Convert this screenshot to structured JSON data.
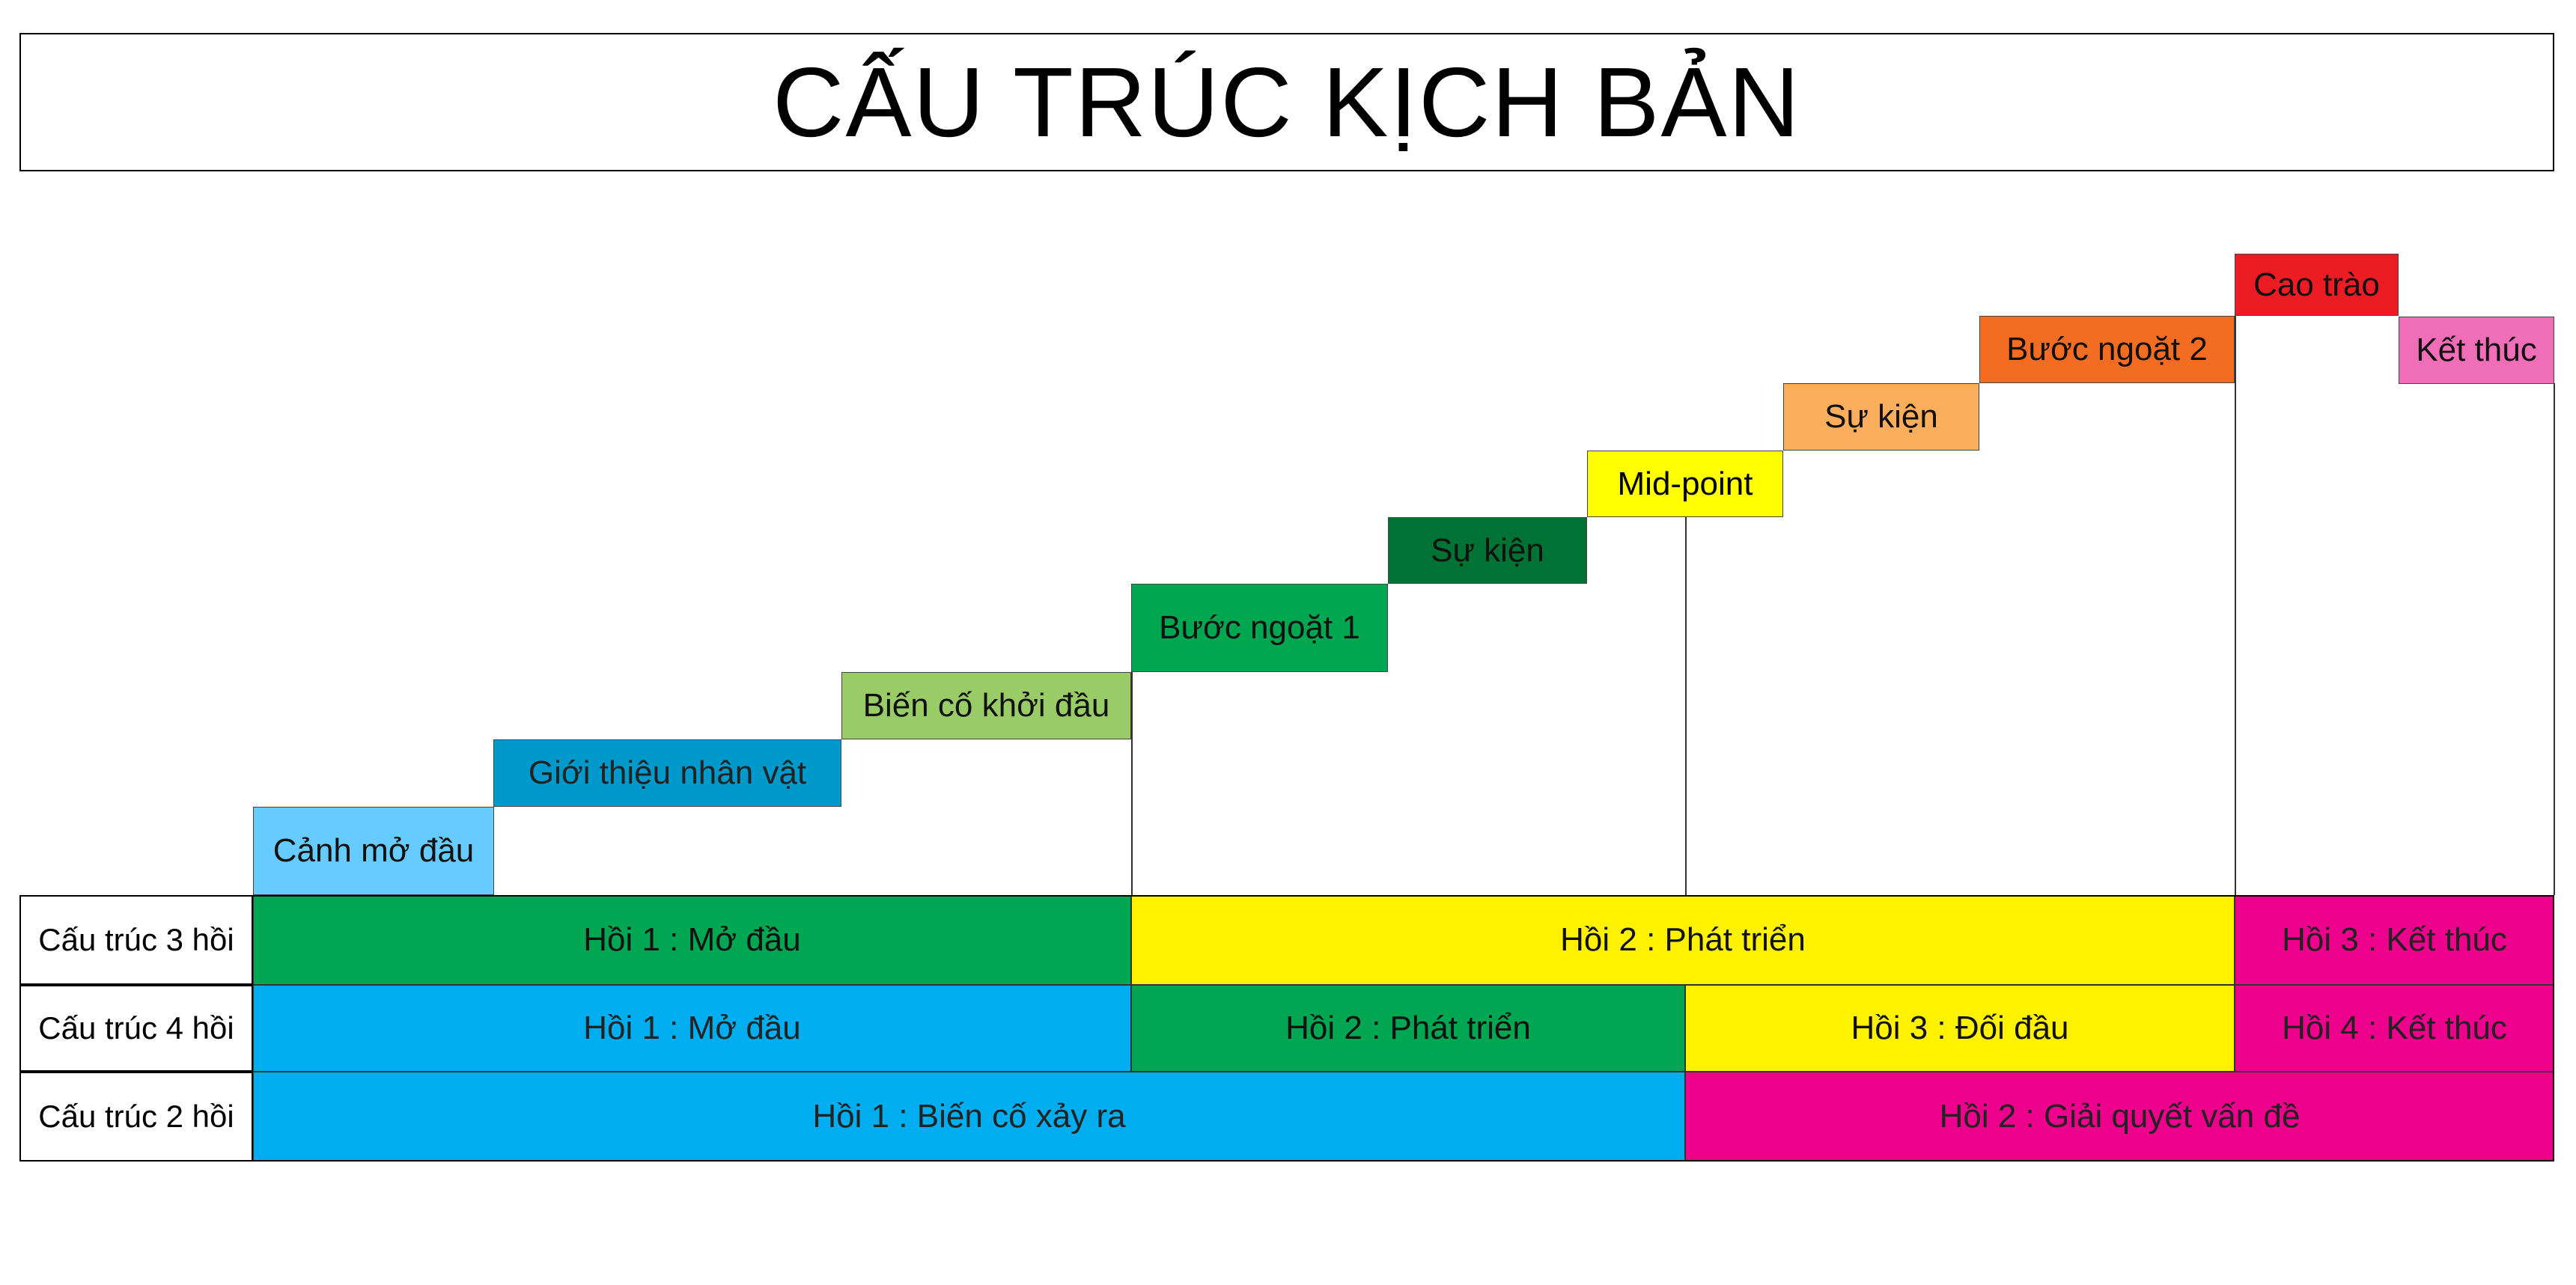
{
  "title": "CẤU TRÚC KỊCH BẢN",
  "steps": [
    {
      "label": "Cảnh mở đầu",
      "color": "#66CCFF"
    },
    {
      "label": "Giới thiệu nhân vật",
      "color": "#0099CC"
    },
    {
      "label": "Biến cố khởi đầu",
      "color": "#99CC66"
    },
    {
      "label": "Bước ngoặt 1",
      "color": "#00A650"
    },
    {
      "label": "Sự kiện",
      "color": "#007233"
    },
    {
      "label": "Mid-point",
      "color": "#FFFF00"
    },
    {
      "label": "Sự kiện",
      "color": "#FBAE5C"
    },
    {
      "label": "Bước ngoặt 2",
      "color": "#F26C22"
    },
    {
      "label": "Cao trào",
      "color": "#ED1C24"
    },
    {
      "label": "Kết thúc",
      "color": "#F06EB8"
    }
  ],
  "rows": [
    {
      "label": "Cấu trúc 3 hồi",
      "segments": [
        {
          "label": "Hồi 1 : Mở đầu",
          "color": "#00A651"
        },
        {
          "label": "Hồi 2 : Phát triển",
          "color": "#FFF200"
        },
        {
          "label": "Hồi 3 : Kết thúc",
          "color": "#EC008C"
        }
      ]
    },
    {
      "label": "Cấu trúc 4 hồi",
      "segments": [
        {
          "label": "Hồi 1 : Mở đầu",
          "color": "#00AEEF"
        },
        {
          "label": "Hồi 2 : Phát triển",
          "color": "#00A651"
        },
        {
          "label": "Hồi 3 : Đối đầu",
          "color": "#FFF200"
        },
        {
          "label": "Hồi 4 : Kết thúc",
          "color": "#EC008C"
        }
      ]
    },
    {
      "label": "Cấu trúc 2 hồi",
      "segments": [
        {
          "label": "Hồi 1 : Biến cố xảy ra",
          "color": "#00AEEF"
        },
        {
          "label": "Hồi 2 : Giải quyết vấn đề",
          "color": "#EC008C"
        }
      ]
    }
  ]
}
